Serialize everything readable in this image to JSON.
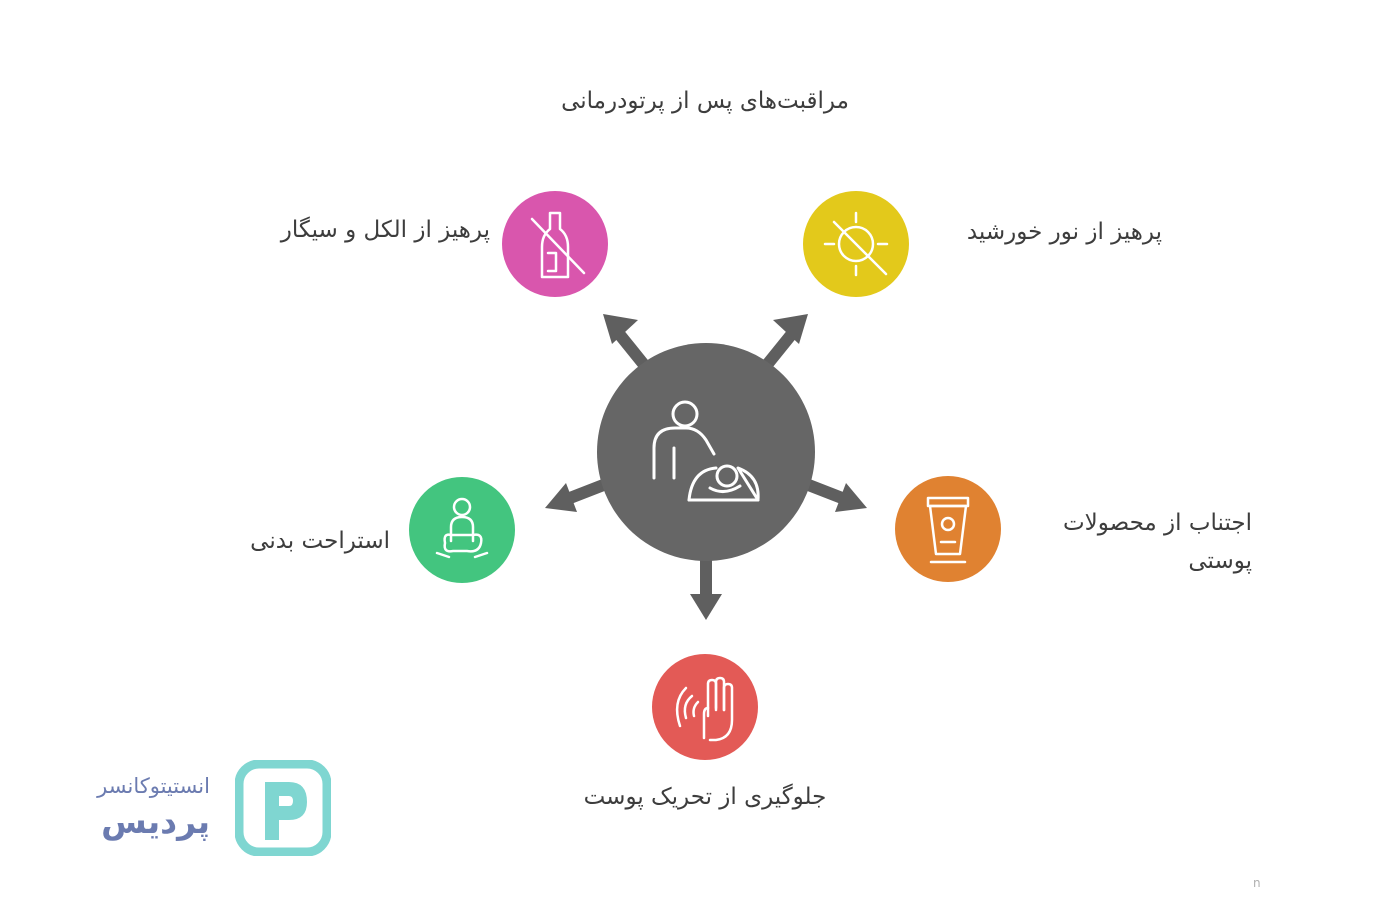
{
  "diagram": {
    "title": "مراقبت‌های پس از پرتودرمانی",
    "center_icon": "caregiver-patient-icon",
    "nodes": [
      {
        "id": "sun",
        "label": "پرهیز از نور خورشید",
        "color": "#e3c91b",
        "icon": "no-sun-icon"
      },
      {
        "id": "alcohol",
        "label": "پرهیز از الکل و سیگار",
        "color": "#d956ad",
        "icon": "no-bottle-icon"
      },
      {
        "id": "skincare",
        "label": "اجتناب از محصولات پوستی",
        "color": "#e08231",
        "icon": "cream-tube-icon"
      },
      {
        "id": "rest",
        "label": "استراحت بدنی",
        "color": "#43c57f",
        "icon": "resting-person-icon"
      },
      {
        "id": "irritation",
        "label": "جلوگیری از تحریک پوست",
        "color": "#e35a56",
        "icon": "hand-touch-icon"
      }
    ],
    "center_color": "#666666",
    "arrow_color": "#5f5f5f"
  },
  "logo": {
    "subtitle": "انستیتوکانسر",
    "name": "پردیس",
    "mark_icon": "pardis-p-logo-icon",
    "mark_color": "#7fd6d1",
    "text_color": "#6b7bb0"
  },
  "footnote": "n"
}
